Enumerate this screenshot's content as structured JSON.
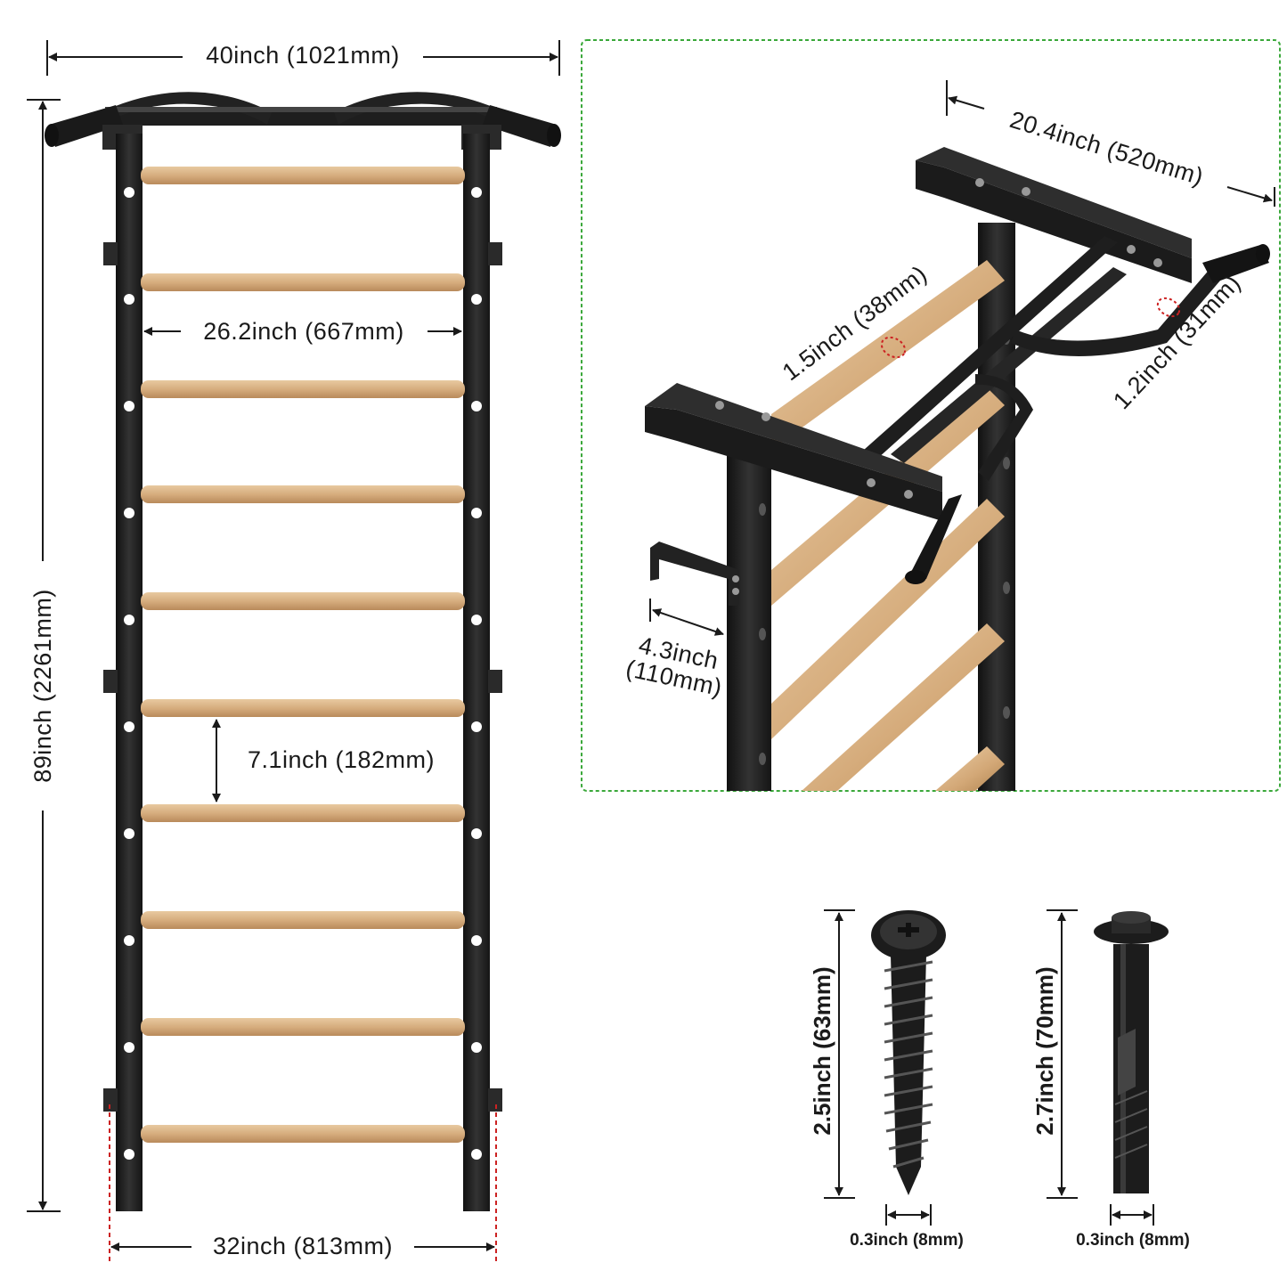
{
  "colors": {
    "frame": "#1c1c1c",
    "rung": "#d9b286",
    "rung_shade": "#b98b5c",
    "steel": "#2a2a2a",
    "inset_border": "#3aa83a",
    "marker": "#cc2222"
  },
  "ladder": {
    "width_label": "40inch (1021mm)",
    "height_label": "89inch (2261mm)",
    "inner_width_label": "26.2inch (667mm)",
    "rung_spacing_label": "7.1inch (182mm)",
    "base_width_label": "32inch (813mm)",
    "rung_count": 10
  },
  "detail": {
    "bar_depth_label": "20.4inch (520mm)",
    "rung_diameter_label": "1.5inch (38mm)",
    "handle_diameter_label": "1.2inch (31mm)",
    "bracket_label_line1": "4.3inch",
    "bracket_label_line2": "(110mm)"
  },
  "hardware": {
    "screw_length_label": "2.5inch (63mm)",
    "screw_diameter_label": "0.3inch (8mm)",
    "anchor_length_label": "2.7inch (70mm)",
    "anchor_diameter_label": "0.3inch (8mm)"
  }
}
